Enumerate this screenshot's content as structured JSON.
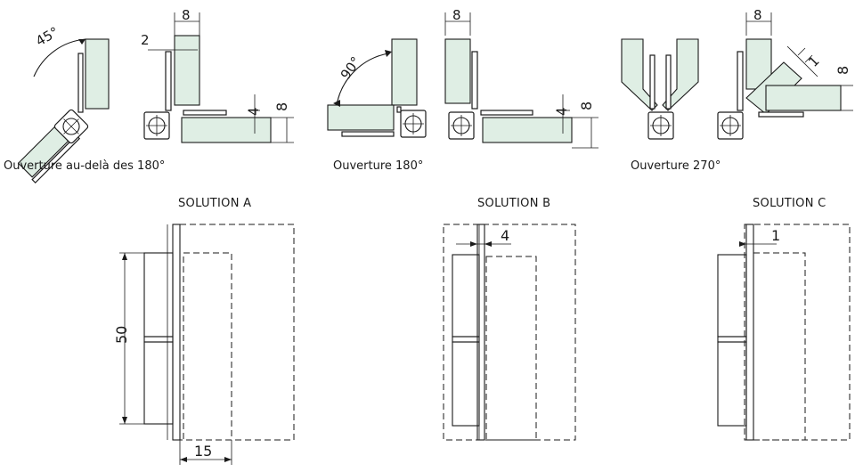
{
  "captions": {
    "beyond_180": "Ouverture au-delà des 180°",
    "opening_180": "Ouverture 180°",
    "opening_270": "Ouverture 270°"
  },
  "solutions": {
    "a": "SOLUTION A",
    "b": "SOLUTION B",
    "c": "SOLUTION C"
  },
  "dimensions": {
    "angle_45": "45°",
    "angle_90": "90°",
    "d1_width": "8",
    "d1_gap": "2",
    "d1_offset": "4",
    "d1_thick": "8",
    "d2_width": "8",
    "d2_offset": "4",
    "d2_thick": "8",
    "d3_width": "8",
    "d3_gap": "1",
    "d3_thick": "8",
    "sol_a_height": "50",
    "sol_a_width": "15",
    "sol_b_gap": "4",
    "sol_c_gap": "1"
  },
  "colors": {
    "glass": "#dfeee4",
    "line": "#1a1a1a"
  }
}
